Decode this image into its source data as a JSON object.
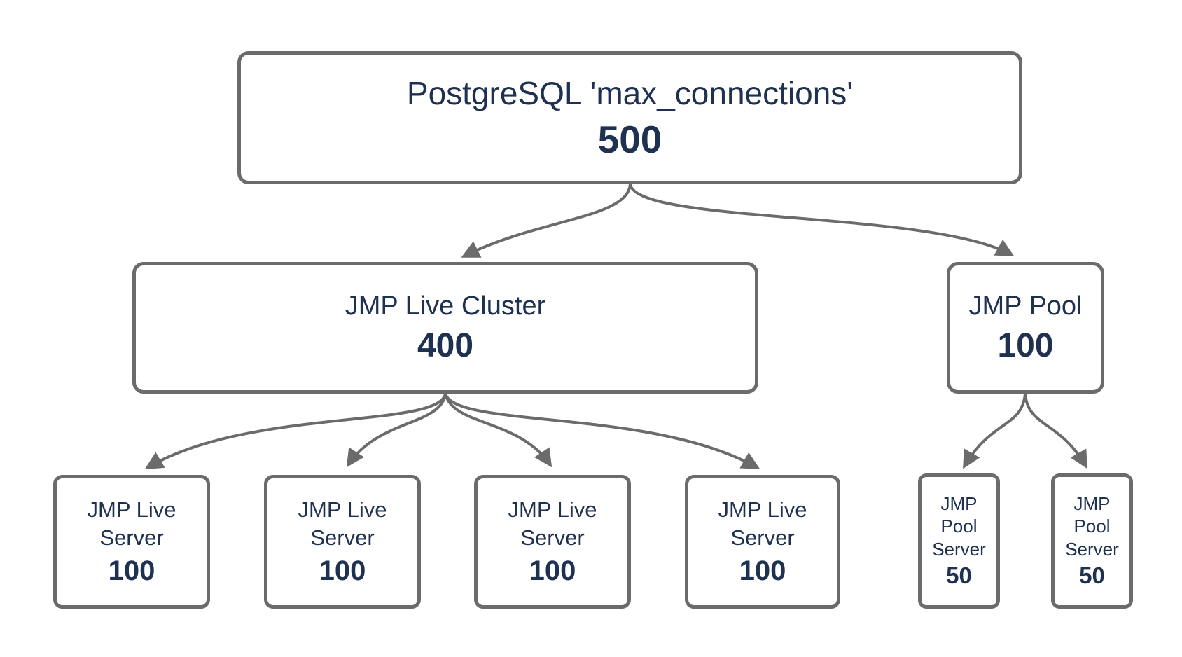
{
  "diagram": {
    "colors": {
      "background": "#ffffff",
      "line": "#6b6b6b",
      "text": "#1f3151"
    },
    "nodes": {
      "root": {
        "id": "postgresql-max-connections",
        "label": "PostgreSQL 'max_connections'",
        "value": "500"
      },
      "cluster": {
        "id": "jmp-live-cluster",
        "label": "JMP Live Cluster",
        "value": "400"
      },
      "pool": {
        "id": "jmp-pool",
        "label": "JMP Pool",
        "value": "100"
      },
      "live_servers": [
        {
          "id": "jmp-live-server-1",
          "label": "JMP Live Server",
          "value": "100"
        },
        {
          "id": "jmp-live-server-2",
          "label": "JMP Live Server",
          "value": "100"
        },
        {
          "id": "jmp-live-server-3",
          "label": "JMP Live Server",
          "value": "100"
        },
        {
          "id": "jmp-live-server-4",
          "label": "JMP Live Server",
          "value": "100"
        }
      ],
      "pool_servers": [
        {
          "id": "jmp-pool-server-1",
          "label": "JMP Pool Server",
          "value": "50"
        },
        {
          "id": "jmp-pool-server-2",
          "label": "JMP Pool Server",
          "value": "50"
        }
      ]
    },
    "edges": [
      {
        "from": "postgresql-max-connections",
        "to": "jmp-live-cluster"
      },
      {
        "from": "postgresql-max-connections",
        "to": "jmp-pool"
      },
      {
        "from": "jmp-live-cluster",
        "to": "jmp-live-server-1"
      },
      {
        "from": "jmp-live-cluster",
        "to": "jmp-live-server-2"
      },
      {
        "from": "jmp-live-cluster",
        "to": "jmp-live-server-3"
      },
      {
        "from": "jmp-live-cluster",
        "to": "jmp-live-server-4"
      },
      {
        "from": "jmp-pool",
        "to": "jmp-pool-server-1"
      },
      {
        "from": "jmp-pool",
        "to": "jmp-pool-server-2"
      }
    ]
  }
}
